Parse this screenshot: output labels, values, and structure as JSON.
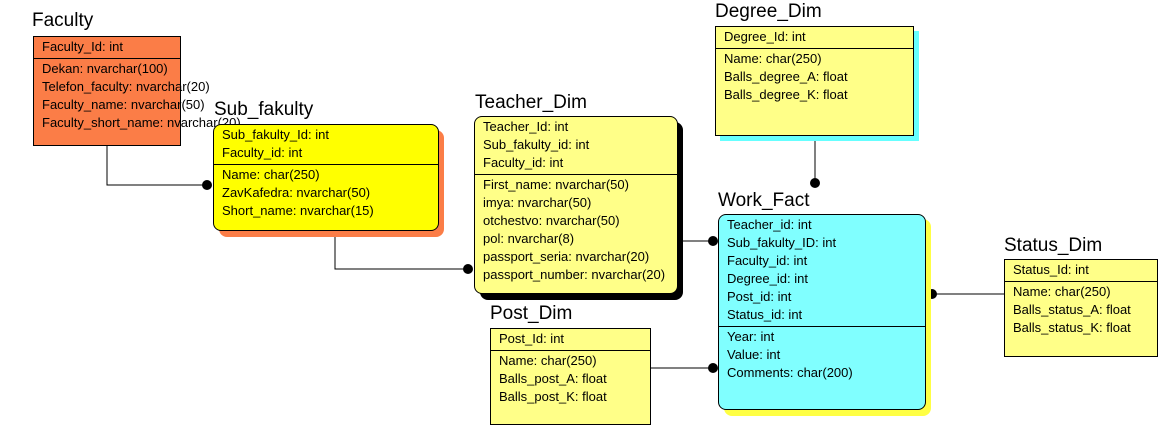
{
  "entities": {
    "faculty": {
      "title": "Faculty",
      "keys": [
        "Faculty_Id: int"
      ],
      "attrs": [
        "Dekan: nvarchar(100)",
        "Telefon_faculty: nvarchar(20)",
        "Faculty_name: nvarchar(50)",
        "Faculty_short_name: nvarchar(20)"
      ]
    },
    "sub_fakulty": {
      "title": "Sub_fakulty",
      "keys": [
        "Sub_fakulty_Id: int",
        "Faculty_id: int"
      ],
      "attrs": [
        "Name: char(250)",
        "ZavKafedra: nvarchar(50)",
        "Short_name: nvarchar(15)"
      ]
    },
    "teacher_dim": {
      "title": "Teacher_Dim",
      "keys": [
        "Teacher_Id: int",
        "Sub_fakulty_id: int",
        "Faculty_id: int"
      ],
      "attrs": [
        "First_name: nvarchar(50)",
        "imya: nvarchar(50)",
        "otchestvo: nvarchar(50)",
        "pol: nvarchar(8)",
        "passport_seria: nvarchar(20)",
        "passport_number: nvarchar(20)"
      ]
    },
    "degree_dim": {
      "title": "Degree_Dim",
      "keys": [
        "Degree_Id: int"
      ],
      "attrs": [
        "Name: char(250)",
        "Balls_degree_A: float",
        "Balls_degree_K: float"
      ]
    },
    "work_fact": {
      "title": "Work_Fact",
      "keys": [
        "Teacher_id: int",
        "Sub_fakulty_ID: int",
        "Faculty_id: int",
        "Degree_id: int",
        "Post_id: int",
        "Status_id: int"
      ],
      "attrs": [
        "Year: int",
        "Value: int",
        "Comments: char(200)"
      ]
    },
    "post_dim": {
      "title": "Post_Dim",
      "keys": [
        "Post_Id: int"
      ],
      "attrs": [
        "Name: char(250)",
        "Balls_post_A: float",
        "Balls_post_K: float"
      ]
    },
    "status_dim": {
      "title": "Status_Dim",
      "keys": [
        "Status_Id: int"
      ],
      "attrs": [
        "Name: char(250)",
        "Balls_status_A: float",
        "Balls_status_K: float"
      ]
    }
  },
  "colors": {
    "faculty": "#fb7d47",
    "sub_fakulty": "#ffff00",
    "dimension": "#ffff88",
    "fact": "#80ffff"
  }
}
